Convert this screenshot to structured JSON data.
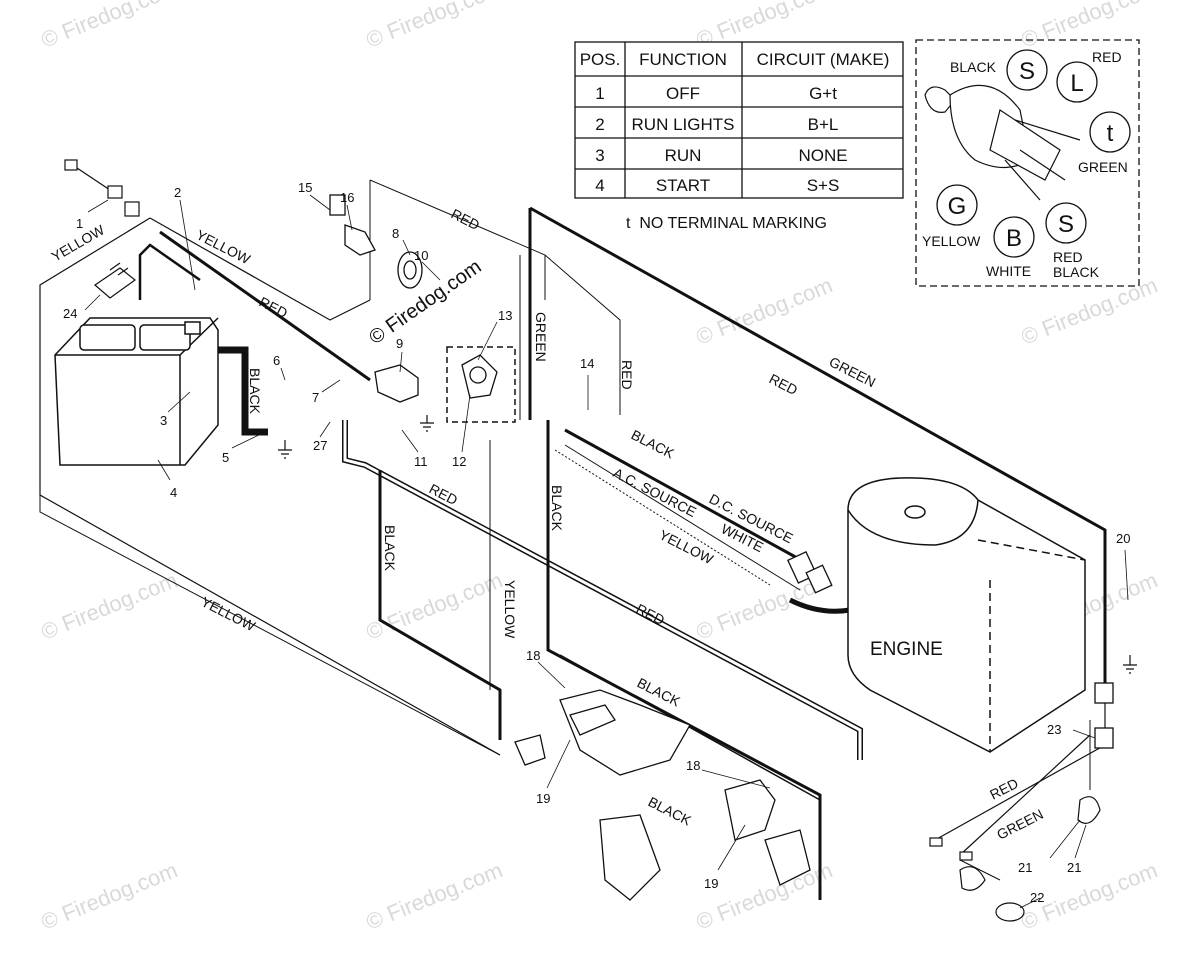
{
  "watermark": "© Firedog.com",
  "center_watermark": "© Firedog.com",
  "switch_table": {
    "headers": [
      "POS.",
      "FUNCTION",
      "CIRCUIT  (MAKE)"
    ],
    "rows": [
      [
        "1",
        "OFF",
        "G+t"
      ],
      [
        "2",
        "RUN LIGHTS",
        "B+L"
      ],
      [
        "3",
        "RUN",
        "NONE"
      ],
      [
        "4",
        "START",
        "S+S"
      ]
    ],
    "note": "t  NO TERMINAL MARKING"
  },
  "ignition_switch": {
    "terminals": [
      "S",
      "L",
      "t",
      "G",
      "B",
      "S"
    ],
    "labels": {
      "black": "BLACK",
      "red": "RED",
      "green": "GREEN",
      "yellow": "YELLOW",
      "white": "WHITE",
      "red_black_1": "RED",
      "red_black_2": "BLACK"
    }
  },
  "wire_labels": {
    "yellow_1": "YELLOW",
    "yellow_2": "YELLOW",
    "yellow_3": "YELLOW",
    "yellow_4": "YELLOW",
    "yellow_5": "YELLOW",
    "red_1": "RED",
    "red_2": "RED",
    "red_3": "RED",
    "red_4": "RED",
    "red_5": "RED",
    "red_6": "RED",
    "red_7": "RED",
    "green_1": "GREEN",
    "green_2": "GREEN",
    "green_3": "GREEN",
    "black_1": "BLACK",
    "black_2": "BLACK",
    "black_3": "BLACK",
    "black_4": "BLACK",
    "black_5": "BLACK",
    "black_6": "BLACK",
    "ac_source": "A.C. SOURCE",
    "dc_source": "D.C. SOURCE",
    "white": "WHITE"
  },
  "engine_label": "ENGINE",
  "callouts": {
    "c1": "1",
    "c2": "2",
    "c3": "3",
    "c4": "4",
    "c5": "5",
    "c6": "6",
    "c7": "7",
    "c8": "8",
    "c9": "9",
    "c10": "10",
    "c11": "11",
    "c12": "12",
    "c13": "13",
    "c14": "14",
    "c15": "15",
    "c16": "16",
    "c18a": "18",
    "c18b": "18",
    "c19a": "19",
    "c19b": "19",
    "c20": "20",
    "c21a": "21",
    "c21b": "21",
    "c22": "22",
    "c23": "23",
    "c24": "24",
    "c27": "27"
  }
}
